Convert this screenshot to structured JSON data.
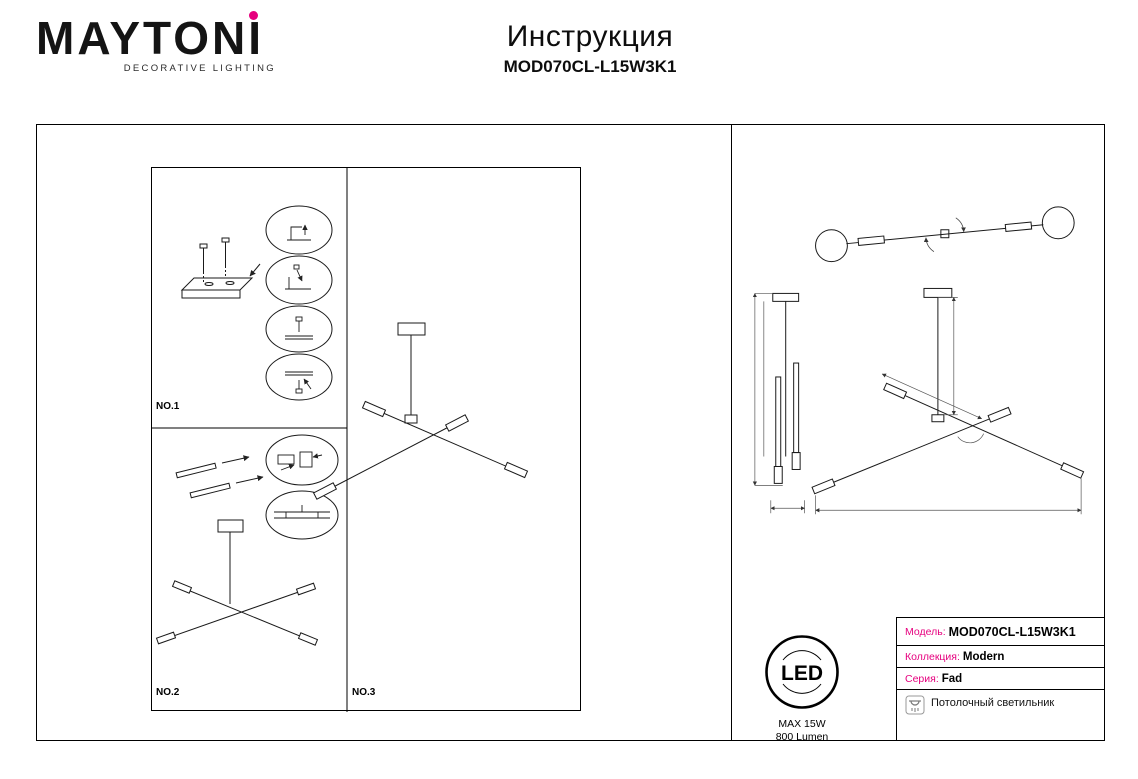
{
  "brand": {
    "name": "MAYTONI",
    "tagline": "DECORATIVE LIGHTING",
    "accent_color": "#e6007e"
  },
  "header": {
    "title": "Инструкция",
    "model": "MOD070CL-L15W3K1"
  },
  "steps": {
    "no1": "NO.1",
    "no2": "NO.2",
    "no3": "NO.3"
  },
  "spec": {
    "led_badge": "LED",
    "max_power": "MAX 15W",
    "luminous_flux": "800 Lumen",
    "rows": [
      {
        "label": "Модель:",
        "value": "MOD070CL-L15W3K1"
      },
      {
        "label": "Коллекция:",
        "value": "Modern"
      },
      {
        "label": "Серия:",
        "value": "Fad"
      }
    ],
    "type": "Потолочный светильник"
  },
  "icons": {
    "led_badge": "led-badge",
    "ceiling_light": "ceiling-light-icon",
    "brand_dot": "brand-dot"
  }
}
